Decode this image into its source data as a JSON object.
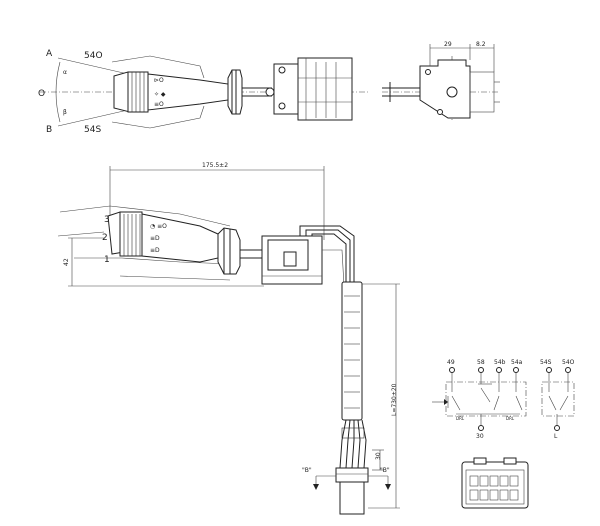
{
  "top_view": {
    "label_a": "A",
    "label_b": "B",
    "label_o": "O",
    "angle_up": "54O",
    "angle_down": "54S"
  },
  "plug_end_view": {
    "dim_width": "29",
    "dim_offset": "8.2"
  },
  "side_view": {
    "dim_length": "175.5±2",
    "dim_height": "42",
    "pos_3": "3",
    "pos_2": "2",
    "pos_1": "1"
  },
  "cable": {
    "dim_length": "L=730±20",
    "dim_tail": "30",
    "view_mark_left": "\"B\"",
    "view_mark_right": "\"B\""
  },
  "schematic": {
    "terminals_top": [
      "49",
      "58",
      "54b",
      "54a",
      "54S",
      "54O"
    ],
    "terminal_bottom_left": "30",
    "terminal_bottom_right": "L"
  }
}
